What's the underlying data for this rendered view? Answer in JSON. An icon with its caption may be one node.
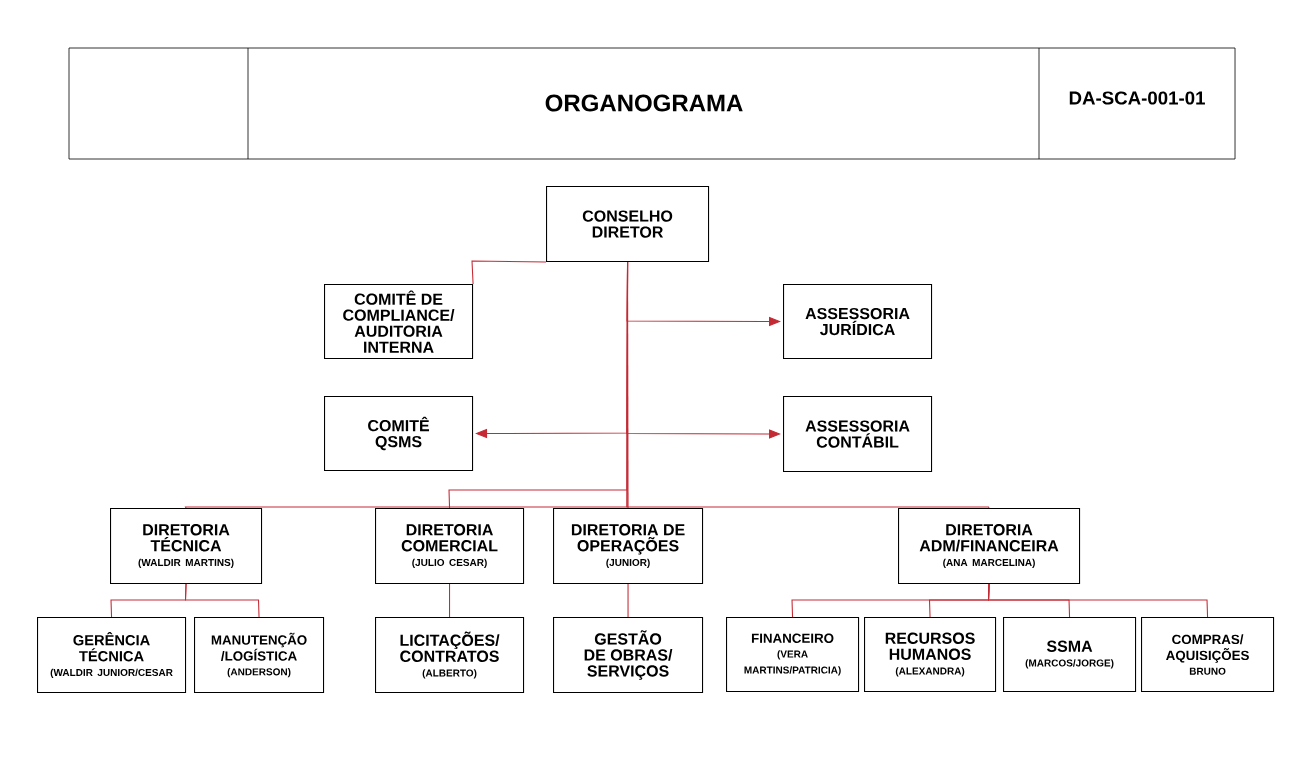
{
  "diagram": {
    "title": "ORGANOGRAMA",
    "nodes": [
      {
        "text": [
          "CONSELHO DIRETOR"
        ]
      },
      {
        "text": [
          "COMITÊ DE COMPLIANCE/ AUDITORIA INTERNA"
        ]
      },
      {
        "text": [
          "ASSESSORIA JURÍDICA"
        ]
      },
      {
        "text": [
          "COMITÊ QSMS"
        ]
      },
      {
        "text": [
          "ASSESSORIA CONTÁBIL"
        ]
      },
      {
        "text": [
          "DIRETORIA TÉCNICA",
          "(WALDIR MARTINS)"
        ]
      },
      {
        "text": [
          "DIRETORIA COMERCIAL",
          "(JULIO CESAR)"
        ]
      },
      {
        "text": [
          "DIRETORIA DE OPERAÇÕES",
          "(JUNIOR)"
        ]
      },
      {
        "text": [
          "DIRETORIA ADM/FINANCEIRA",
          "(ANA MARCELINA)"
        ]
      },
      {
        "text": [
          "GERÊNCIA TÉCNICA",
          "(WALDIR JUNIOR/CESAR"
        ]
      },
      {
        "text": [
          "MANUTENÇÃO /LOGÍSTICA",
          "(ANDERSON)"
        ]
      },
      {
        "text": [
          "LICITAÇÕES/ CONTRATOS",
          "(ALBERTO)"
        ]
      },
      {
        "text": [
          "GESTÃO DE OBRAS/ SERVIÇOS"
        ]
      },
      {
        "text": [
          "FINANCEIRO",
          "(VERA MARTINS/PATRICIA)"
        ]
      },
      {
        "text": [
          "RECURSOS HUMANOS",
          "(ALEXANDRA)"
        ]
      },
      {
        "text": [
          "SSMA",
          "(MARCOS/JORGE)"
        ]
      },
      {
        "text": [
          "COMPRAS/ AQUISIÇÕES",
          "BRUNO"
        ]
      }
    ],
    "edges": [
      {
        "from": 0,
        "to": 1,
        "arrow": "none"
      },
      {
        "from": 0,
        "to": 2,
        "arrow": "to"
      },
      {
        "from": 0,
        "to": 3,
        "arrow": "to"
      },
      {
        "from": 0,
        "to": 4,
        "arrow": "to"
      },
      {
        "from": 0,
        "to": 5,
        "arrow": "none"
      },
      {
        "from": 0,
        "to": 6,
        "arrow": "none"
      },
      {
        "from": 0,
        "to": 7,
        "arrow": "none"
      },
      {
        "from": 0,
        "to": 8,
        "arrow": "none"
      },
      {
        "from": 5,
        "to": 9,
        "arrow": "none"
      },
      {
        "from": 5,
        "to": 10,
        "arrow": "none"
      },
      {
        "from": 6,
        "to": 11,
        "arrow": "none"
      },
      {
        "from": 7,
        "to": 12,
        "arrow": "none"
      },
      {
        "from": 8,
        "to": 13,
        "arrow": "none"
      },
      {
        "from": 8,
        "to": 14,
        "arrow": "none"
      },
      {
        "from": 8,
        "to": 15,
        "arrow": "none"
      },
      {
        "from": 8,
        "to": 16,
        "arrow": "none"
      }
    ],
    "labels": [
      "DA-SCA-001-01"
    ]
  }
}
